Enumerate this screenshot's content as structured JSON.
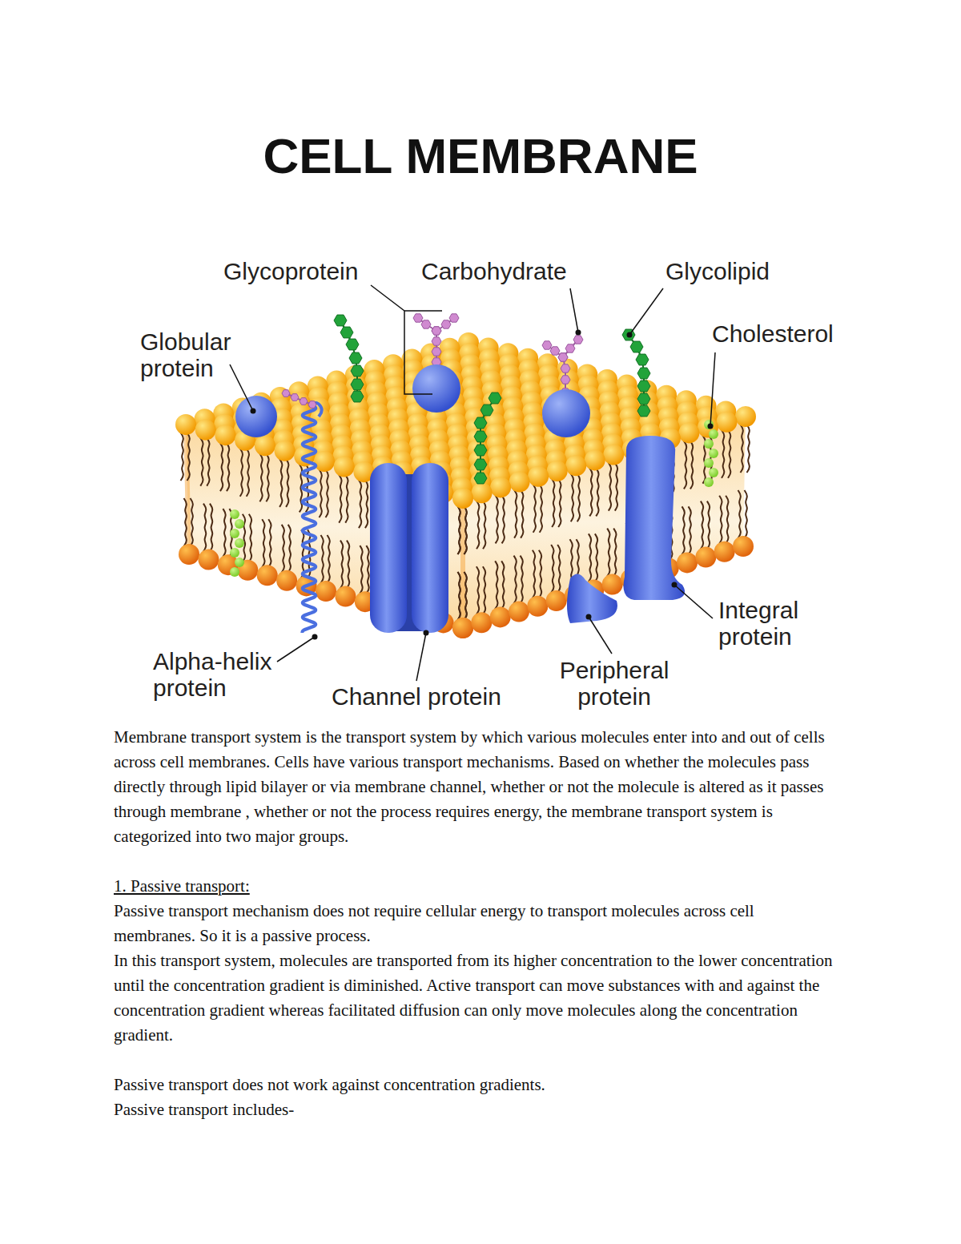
{
  "diagram": {
    "title": "CELL MEMBRANE",
    "labels": [
      "Glycoprotein",
      "Carbohydrate",
      "Glycolipid",
      "Globular protein",
      "Cholesterol",
      "Integral protein",
      "Peripheral protein",
      "Channel protein",
      "Alpha-helix protein",
      "Membrane transport system is the transport system by which various molecules enter into and out of cells across cell membranes. Cells have various transport mechanisms. Based on whether the molecules pass directly through lipid bilayer or via membrane channel, whether or not the molecule is altered as it passes through membrane , whether or not the process requires energy, the membrane transport system is categorized into two major groups.",
      "1. Passive transport:",
      "Passive transport mechanism does not require cellular energy to transport molecules across cell membranes. So it is a passive process.",
      "In this transport system, molecules are transported from its higher concentration to the lower concentration until the concentration gradient is diminished. Active transport can move substances with and against the concentration gradient whereas facilitated diffusion can only move molecules along the concentration gradient.",
      "Passive transport does not work against concentration gradients.",
      "Passive transport includes-"
    ]
  }
}
